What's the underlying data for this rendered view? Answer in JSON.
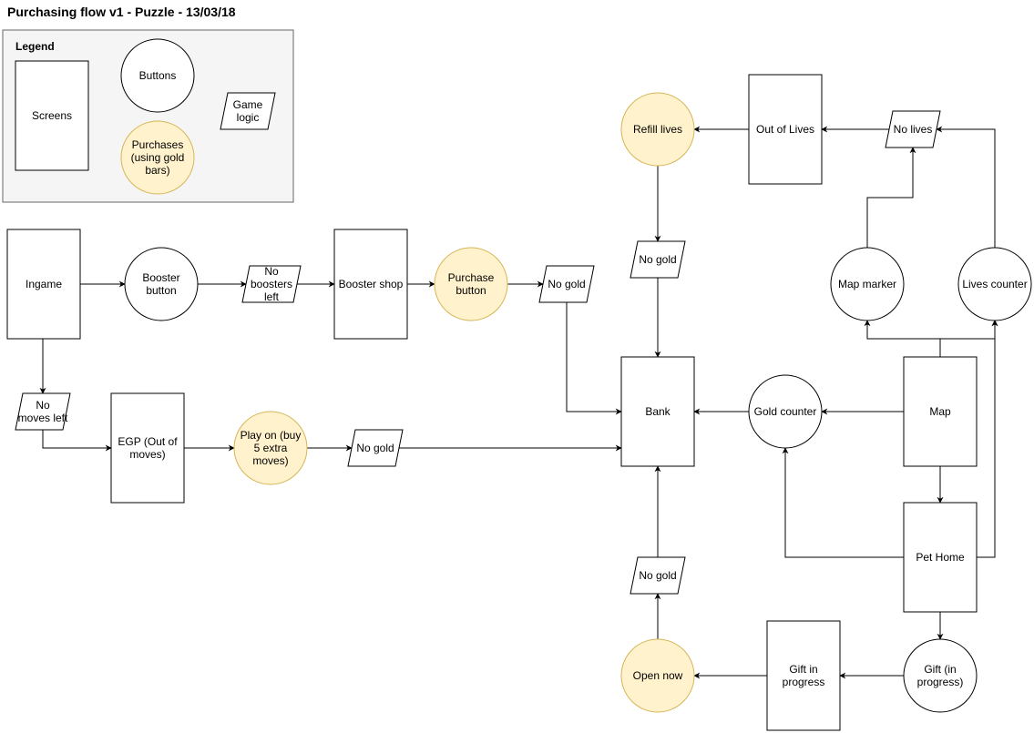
{
  "title": "Purchasing flow v1 - Puzzle - 13/03/18",
  "legend": {
    "title": "Legend",
    "items": [
      {
        "id": "lg-screens",
        "shape": "rect",
        "lines": [
          "Screens"
        ]
      },
      {
        "id": "lg-buttons",
        "shape": "circle",
        "lines": [
          "Buttons"
        ]
      },
      {
        "id": "lg-logic",
        "shape": "parallelogram",
        "lines": [
          "Game",
          "logic"
        ]
      },
      {
        "id": "lg-purchases",
        "shape": "circle-yellow",
        "lines": [
          "Purchases",
          "(using gold",
          "bars)"
        ]
      }
    ]
  },
  "colors": {
    "purchase_fill": "#FFF2CC",
    "purchase_stroke": "#D6B656",
    "legend_fill": "#F5F5F5",
    "legend_stroke": "#666666"
  },
  "nodes": [
    {
      "id": "ingame",
      "shape": "rect",
      "lines": [
        "Ingame"
      ]
    },
    {
      "id": "booster-button",
      "shape": "circle",
      "lines": [
        "Booster",
        "button"
      ]
    },
    {
      "id": "no-boosters-left",
      "shape": "parallelogram",
      "lines": [
        "No",
        "boosters",
        "left"
      ]
    },
    {
      "id": "booster-shop",
      "shape": "rect",
      "lines": [
        "Booster shop"
      ]
    },
    {
      "id": "purchase-button",
      "shape": "circle-yellow",
      "lines": [
        "Purchase",
        "button"
      ]
    },
    {
      "id": "no-gold-1",
      "shape": "parallelogram",
      "lines": [
        "No gold"
      ]
    },
    {
      "id": "no-moves-left",
      "shape": "parallelogram",
      "lines": [
        "No",
        "moves left"
      ]
    },
    {
      "id": "egp",
      "shape": "rect",
      "lines": [
        "EGP (Out of",
        "moves)"
      ]
    },
    {
      "id": "play-on",
      "shape": "circle-yellow",
      "lines": [
        "Play on (buy",
        "5 extra",
        "moves)"
      ]
    },
    {
      "id": "no-gold-2",
      "shape": "parallelogram",
      "lines": [
        "No gold"
      ]
    },
    {
      "id": "refill-lives",
      "shape": "circle-yellow",
      "lines": [
        "Refill lives"
      ]
    },
    {
      "id": "out-of-lives",
      "shape": "rect",
      "lines": [
        "Out of Lives"
      ]
    },
    {
      "id": "no-lives",
      "shape": "parallelogram",
      "lines": [
        "No lives"
      ]
    },
    {
      "id": "no-gold-3",
      "shape": "parallelogram",
      "lines": [
        "No gold"
      ]
    },
    {
      "id": "map-marker",
      "shape": "circle",
      "lines": [
        "Map marker"
      ]
    },
    {
      "id": "lives-counter",
      "shape": "circle",
      "lines": [
        "Lives counter"
      ]
    },
    {
      "id": "bank",
      "shape": "rect",
      "lines": [
        "Bank"
      ]
    },
    {
      "id": "gold-counter",
      "shape": "circle",
      "lines": [
        "Gold counter"
      ]
    },
    {
      "id": "map",
      "shape": "rect",
      "lines": [
        "Map"
      ]
    },
    {
      "id": "pet-home",
      "shape": "rect",
      "lines": [
        "Pet Home"
      ]
    },
    {
      "id": "no-gold-4",
      "shape": "parallelogram",
      "lines": [
        "No gold"
      ]
    },
    {
      "id": "open-now",
      "shape": "circle-yellow",
      "lines": [
        "Open now"
      ]
    },
    {
      "id": "gift-in-progress-screen",
      "shape": "rect",
      "lines": [
        "Gift in",
        "progress"
      ]
    },
    {
      "id": "gift-in-progress-button",
      "shape": "circle",
      "lines": [
        "Gift (in",
        "progress)"
      ]
    }
  ],
  "edges": [
    {
      "from": "ingame",
      "to": "booster-button"
    },
    {
      "from": "booster-button",
      "to": "no-boosters-left"
    },
    {
      "from": "no-boosters-left",
      "to": "booster-shop"
    },
    {
      "from": "booster-shop",
      "to": "purchase-button"
    },
    {
      "from": "purchase-button",
      "to": "no-gold-1"
    },
    {
      "from": "no-gold-1",
      "to": "bank"
    },
    {
      "from": "ingame",
      "to": "no-moves-left"
    },
    {
      "from": "no-moves-left",
      "to": "egp"
    },
    {
      "from": "egp",
      "to": "play-on"
    },
    {
      "from": "play-on",
      "to": "no-gold-2"
    },
    {
      "from": "no-gold-2",
      "to": "bank"
    },
    {
      "from": "out-of-lives",
      "to": "refill-lives"
    },
    {
      "from": "no-lives",
      "to": "out-of-lives"
    },
    {
      "from": "refill-lives",
      "to": "no-gold-3"
    },
    {
      "from": "no-gold-3",
      "to": "bank"
    },
    {
      "from": "map-marker",
      "to": "no-lives"
    },
    {
      "from": "lives-counter",
      "to": "no-lives"
    },
    {
      "from": "map",
      "to": "map-marker"
    },
    {
      "from": "map",
      "to": "lives-counter"
    },
    {
      "from": "map",
      "to": "gold-counter"
    },
    {
      "from": "gold-counter",
      "to": "bank"
    },
    {
      "from": "map",
      "to": "pet-home"
    },
    {
      "from": "pet-home",
      "to": "gold-counter"
    },
    {
      "from": "pet-home",
      "to": "lives-counter"
    },
    {
      "from": "pet-home",
      "to": "gift-in-progress-button"
    },
    {
      "from": "gift-in-progress-button",
      "to": "gift-in-progress-screen"
    },
    {
      "from": "gift-in-progress-screen",
      "to": "open-now"
    },
    {
      "from": "open-now",
      "to": "no-gold-4"
    },
    {
      "from": "no-gold-4",
      "to": "bank"
    }
  ]
}
